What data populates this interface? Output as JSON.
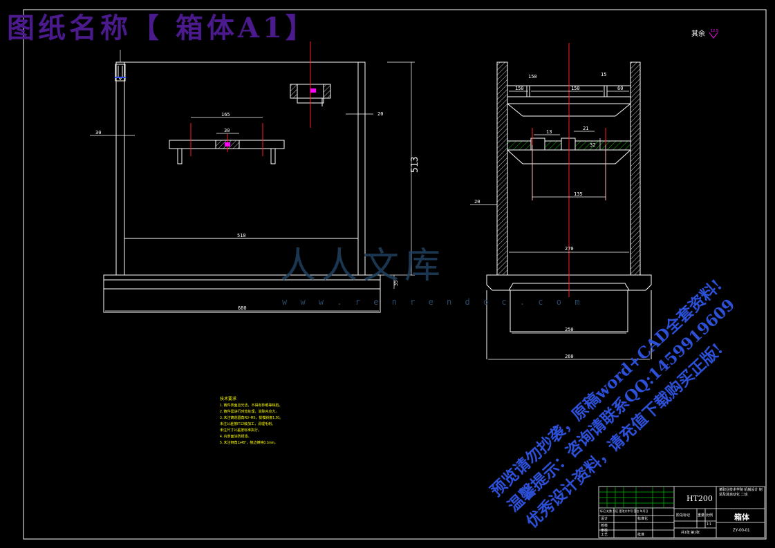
{
  "title": "图纸名称【 箱体A1】",
  "roughness_note": {
    "label": "其余",
    "value": "12.5"
  },
  "watermark": {
    "text": "人人文库",
    "url": "w w w . r e n r e n d o c . c o m"
  },
  "promo_lines": [
    "预览请勿抄袭，原稿word+CAD全套资料!",
    "温馨提示：咨询请联系QQ:1459919609",
    "优秀设计资料，请充值下载购买正版!"
  ],
  "front_view": {
    "dims": {
      "top_width": "165",
      "slot": "30",
      "post": "20",
      "left_offset": "30",
      "inner_width": "510",
      "base_width": "680",
      "height": "513",
      "base_h": "35"
    }
  },
  "side_view": {
    "dims": {
      "d150a": "150",
      "d150b": "150",
      "d150c": "150",
      "d60": "60",
      "d15": "15",
      "d13": "13",
      "d21": "21",
      "d32": "32",
      "d135": "135",
      "d20": "20",
      "d270": "270",
      "d250": "250",
      "d260": "260"
    }
  },
  "tech_notes": {
    "heading": "技术要求",
    "lines": [
      "1. 铸件表面应光洁，不得有砂眼等缺陷。",
      "2. 铸件需进行时效处理，消除内应力。",
      "3. 未注铸造圆角R3~R5，拔模斜度1:20。",
      "   未注公差按IT12级加工，清理毛刺。",
      "   未注尺寸公差按标准执行。",
      "4. 内表面涂防锈漆。",
      "5. 未注倒角1x45°，棱边倒钝0.1mm。"
    ]
  },
  "title_block": {
    "material": "HT200",
    "school": "某职业技术学院 机械设计 制造及其自动化 二班",
    "part_name": "箱体",
    "drawing_no": "ZY-00-01",
    "scale_label": "比例",
    "scale": "1:1",
    "sheet": "共1张 第1张",
    "roles": [
      "设计",
      "校核",
      "审核",
      "工艺"
    ],
    "stage_label": "阶段标记",
    "weight_label": "重量",
    "mark_label": "标记 处数 分区 更改文件号 签名 年月日",
    "std_label": "标准化",
    "approve_label": "批准"
  },
  "colors": {
    "line": "#ffffff",
    "center": "#ff2020",
    "dim": "#ffffff",
    "hatch": "#00c000",
    "magenta": "#ff00ff",
    "note": "#ffff00",
    "title": "#4b1a8c",
    "promo": "#2d50d8"
  }
}
